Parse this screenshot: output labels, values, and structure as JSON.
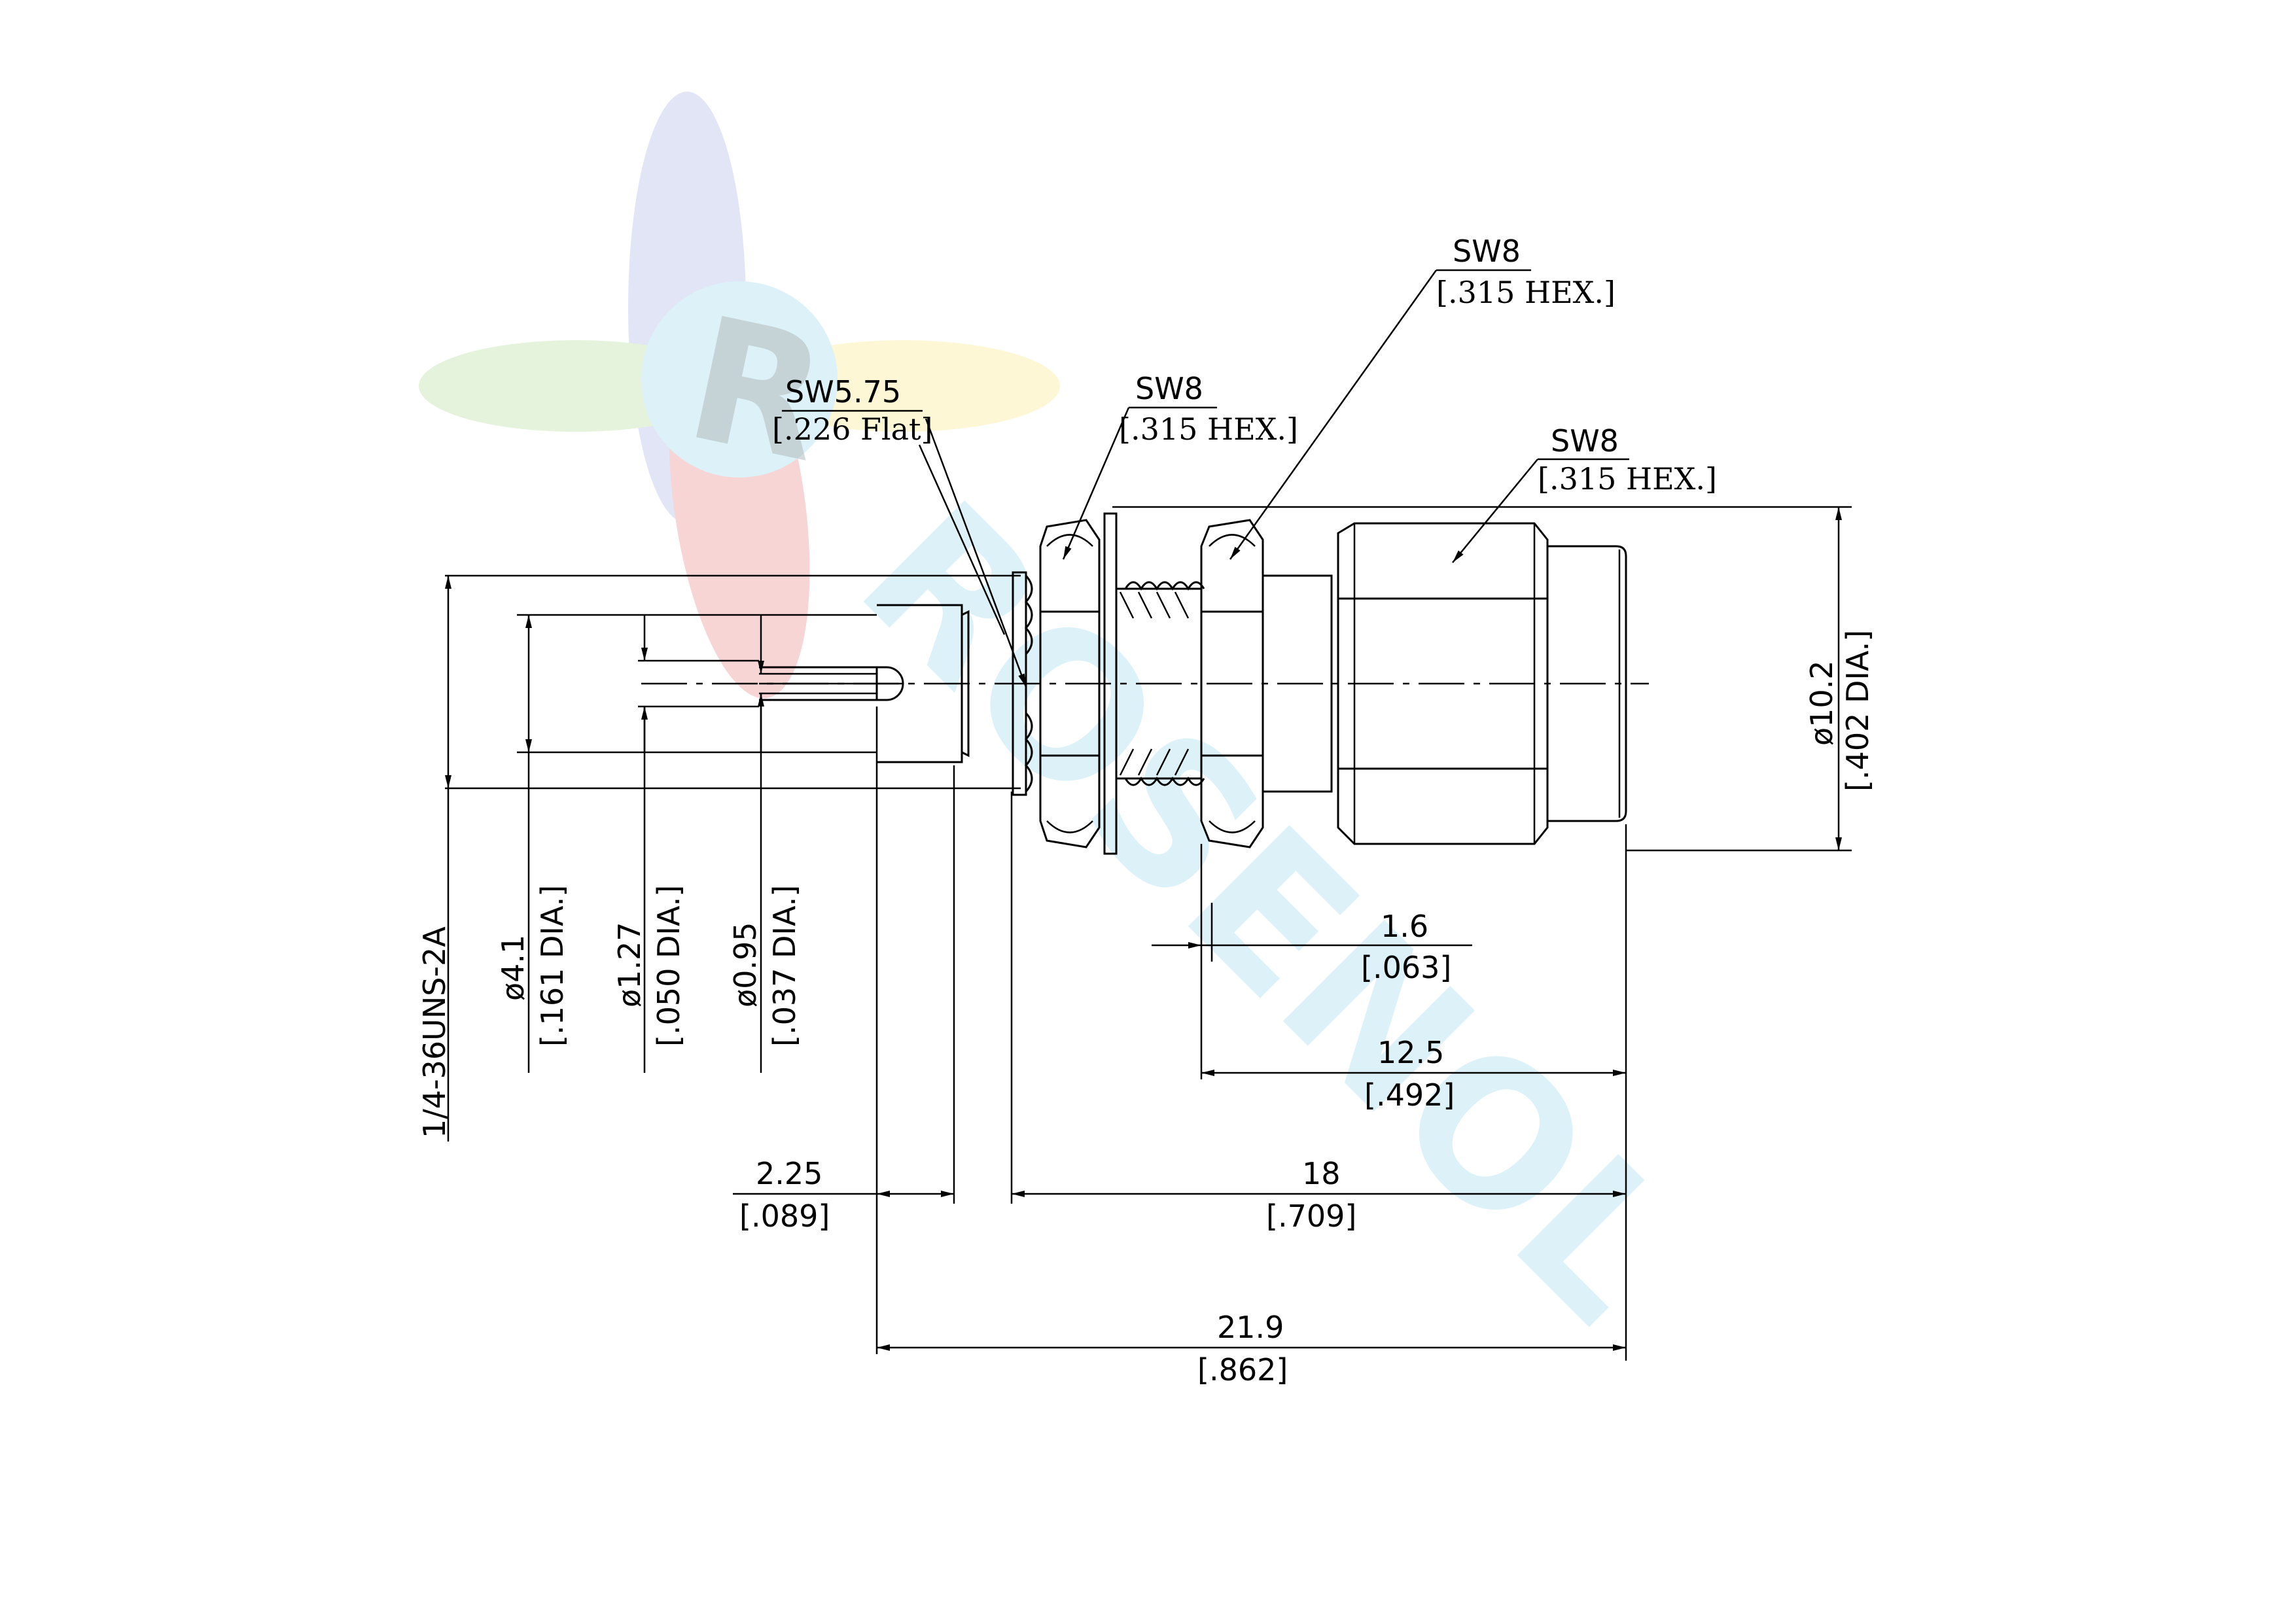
{
  "watermark": {
    "brand": "ROSENOL",
    "logo_letter": "R"
  },
  "callouts": {
    "sw575": {
      "size": "SW5.75",
      "note": "[.226 Flat]"
    },
    "sw8_a": {
      "size": "SW8",
      "note": "[.315 HEX.]"
    },
    "sw8_b": {
      "size": "SW8",
      "note": "[.315 HEX.]"
    },
    "sw8_c": {
      "size": "SW8",
      "note": "[.315 HEX.]"
    }
  },
  "dimensions": {
    "thread": "1/4-36UNS-2A",
    "dia41": {
      "mm": "ø4.1",
      "inch": "[.161 DIA.]"
    },
    "dia127": {
      "mm": "ø1.27",
      "inch": "[.050 DIA.]"
    },
    "dia095": {
      "mm": "ø0.95",
      "inch": "[.037 DIA.]"
    },
    "dia102": {
      "mm": "ø10.2",
      "inch": "[.402 DIA.]"
    },
    "len16": {
      "mm": "1.6",
      "inch": "[.063]"
    },
    "len125": {
      "mm": "12.5",
      "inch": "[.492]"
    },
    "len225": {
      "mm": "2.25",
      "inch": "[.089]"
    },
    "len18": {
      "mm": "18",
      "inch": "[.709]"
    },
    "len219": {
      "mm": "21.9",
      "inch": "[.862]"
    }
  },
  "colors": {
    "ink": "#000000",
    "watermark_cyan": "#bfe6f2",
    "logo_red": "#f2b3b3",
    "logo_green": "#cfe8c0",
    "logo_yellow": "#fbf1b5",
    "logo_blue": "#c9cfee"
  }
}
